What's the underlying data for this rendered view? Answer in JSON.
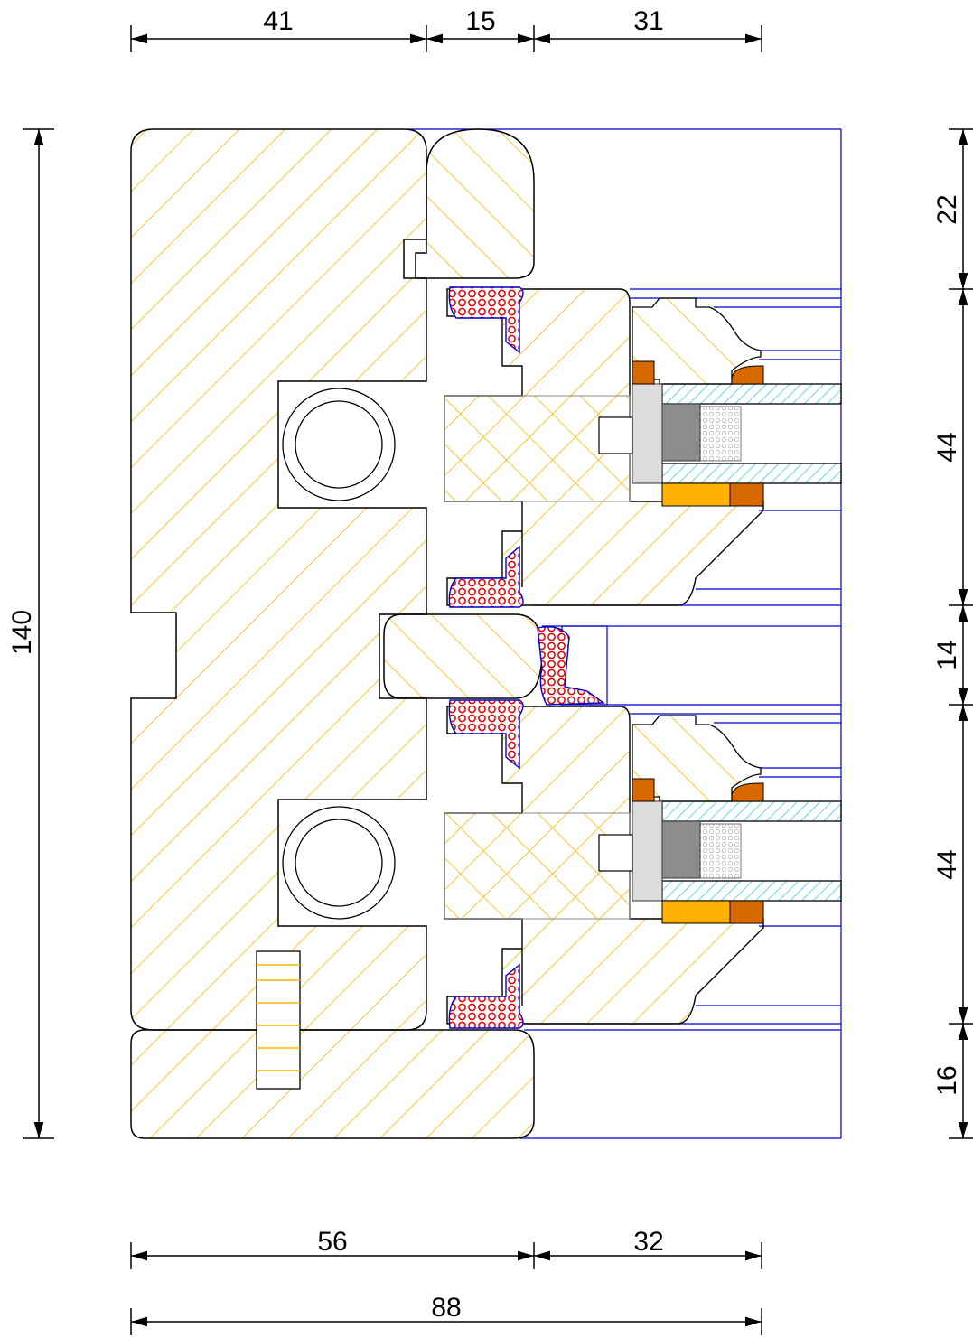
{
  "drawing": {
    "type": "window frame cross-section",
    "colors": {
      "wood_hatch": "#f5b800",
      "outline": "#000000",
      "reference_lines": "#0000cc",
      "gasket": "#e00000",
      "glass_hatch": "#20c8e0",
      "setting_block": "#ffb000",
      "glazing_bead_seal": "#d86800"
    }
  },
  "dimensions": {
    "top": [
      "41",
      "15",
      "31"
    ],
    "bottom_row1": [
      "56",
      "32"
    ],
    "bottom_row2": [
      "88"
    ],
    "left": [
      "140"
    ],
    "right": [
      "22",
      "44",
      "14",
      "44",
      "16"
    ]
  }
}
